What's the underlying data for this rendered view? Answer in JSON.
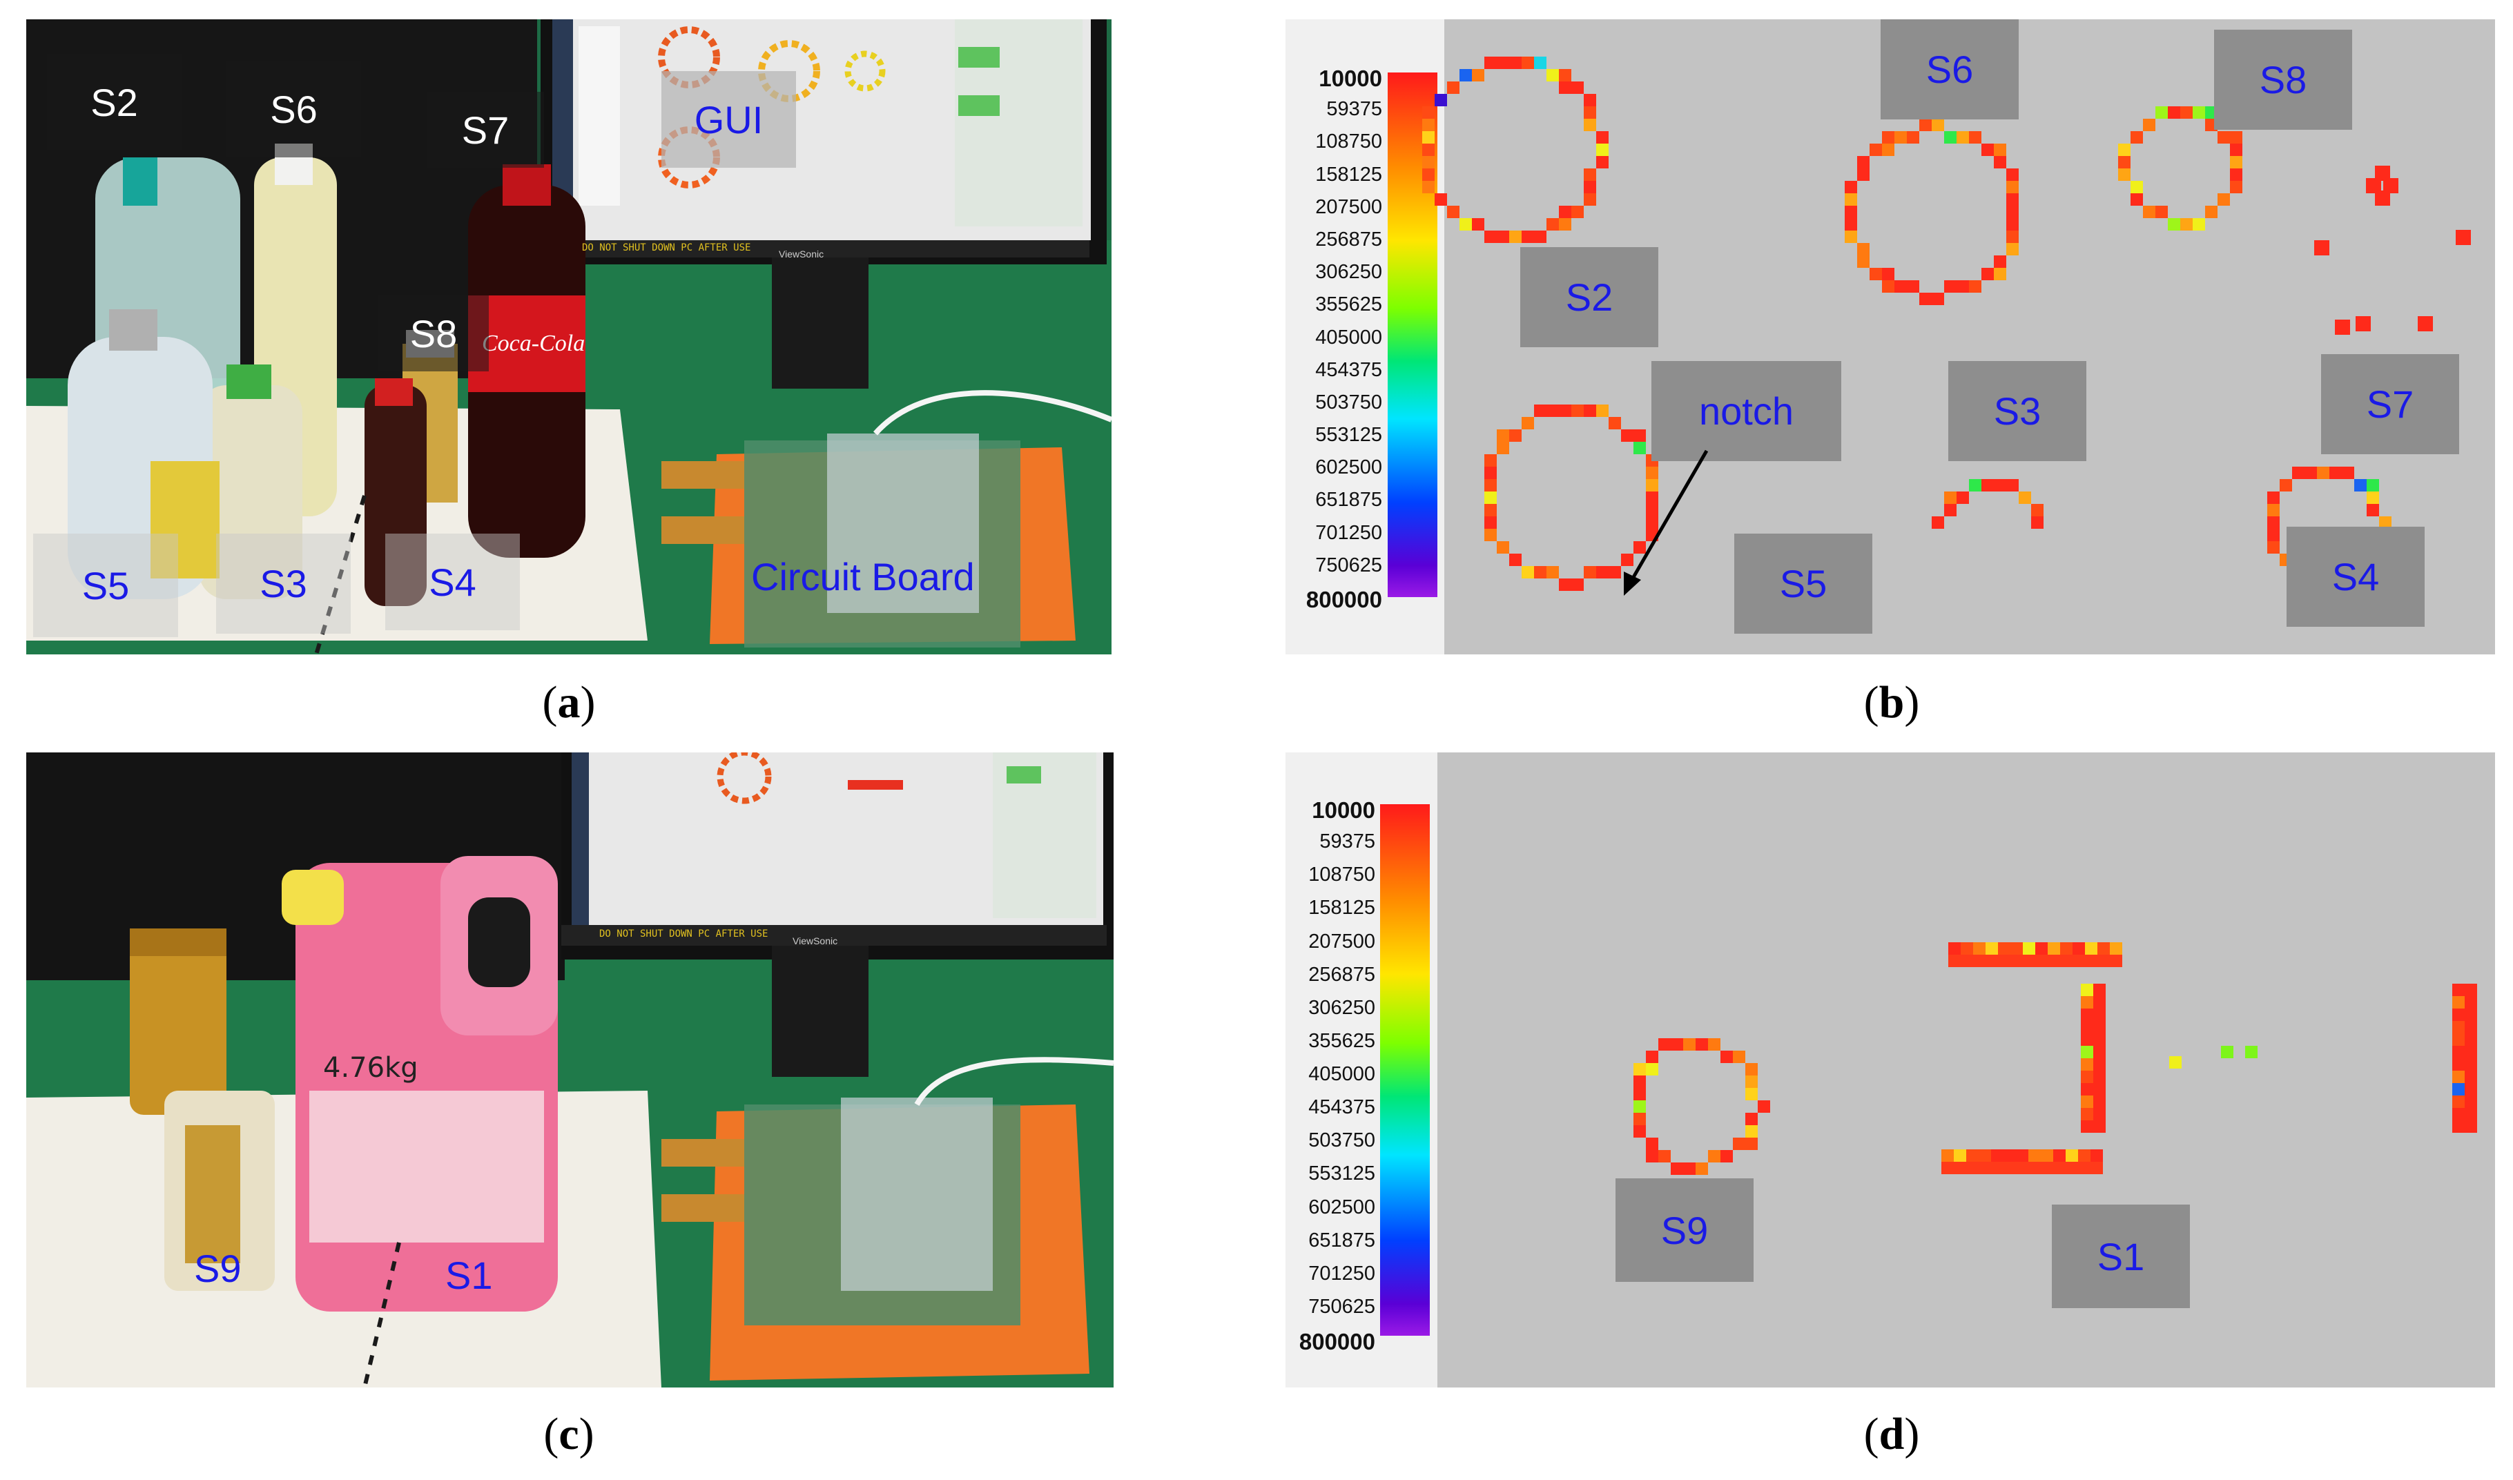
{
  "captions": {
    "a": "a",
    "b": "b",
    "c": "c",
    "d": "d"
  },
  "panel_a": {
    "labels": {
      "s2": "S2",
      "s6": "S6",
      "s7": "S7",
      "s8": "S8",
      "s5": "S5",
      "s3": "S3",
      "s4": "S4",
      "gui": "GUI",
      "board": "Circuit Board"
    },
    "screen_banner": "DO NOT SHUT DOWN PC AFTER USE",
    "monitor_brand": "ViewSonic",
    "bottle_brand": "Coca-Cola"
  },
  "panel_b": {
    "colorbar_ticks": [
      "10000",
      "59375",
      "108750",
      "158125",
      "207500",
      "256875",
      "306250",
      "355625",
      "405000",
      "454375",
      "503750",
      "553125",
      "602500",
      "651875",
      "701250",
      "750625",
      "800000"
    ],
    "labels": {
      "s2": "S2",
      "s6": "S6",
      "s8": "S8",
      "s3": "S3",
      "s7": "S7",
      "s5": "S5",
      "s4": "S4",
      "notch": "notch"
    }
  },
  "panel_c": {
    "labels": {
      "s9": "S9",
      "s1": "S1"
    },
    "jug_handwriting": "4.76kg",
    "screen_banner": "DO NOT SHUT DOWN PC AFTER USE",
    "monitor_brand": "ViewSonic"
  },
  "panel_d": {
    "colorbar_ticks": [
      "10000",
      "59375",
      "108750",
      "158125",
      "207500",
      "256875",
      "306250",
      "355625",
      "405000",
      "454375",
      "503750",
      "553125",
      "602500",
      "651875",
      "701250",
      "750625",
      "800000"
    ],
    "labels": {
      "s9": "S9",
      "s1": "S1"
    }
  },
  "colors": {
    "heatmap_bg": "#c3c3c3",
    "label_box": "#8e8e8e",
    "label_text": "#1a1ae6",
    "desk_green": "#1f7a4a"
  }
}
